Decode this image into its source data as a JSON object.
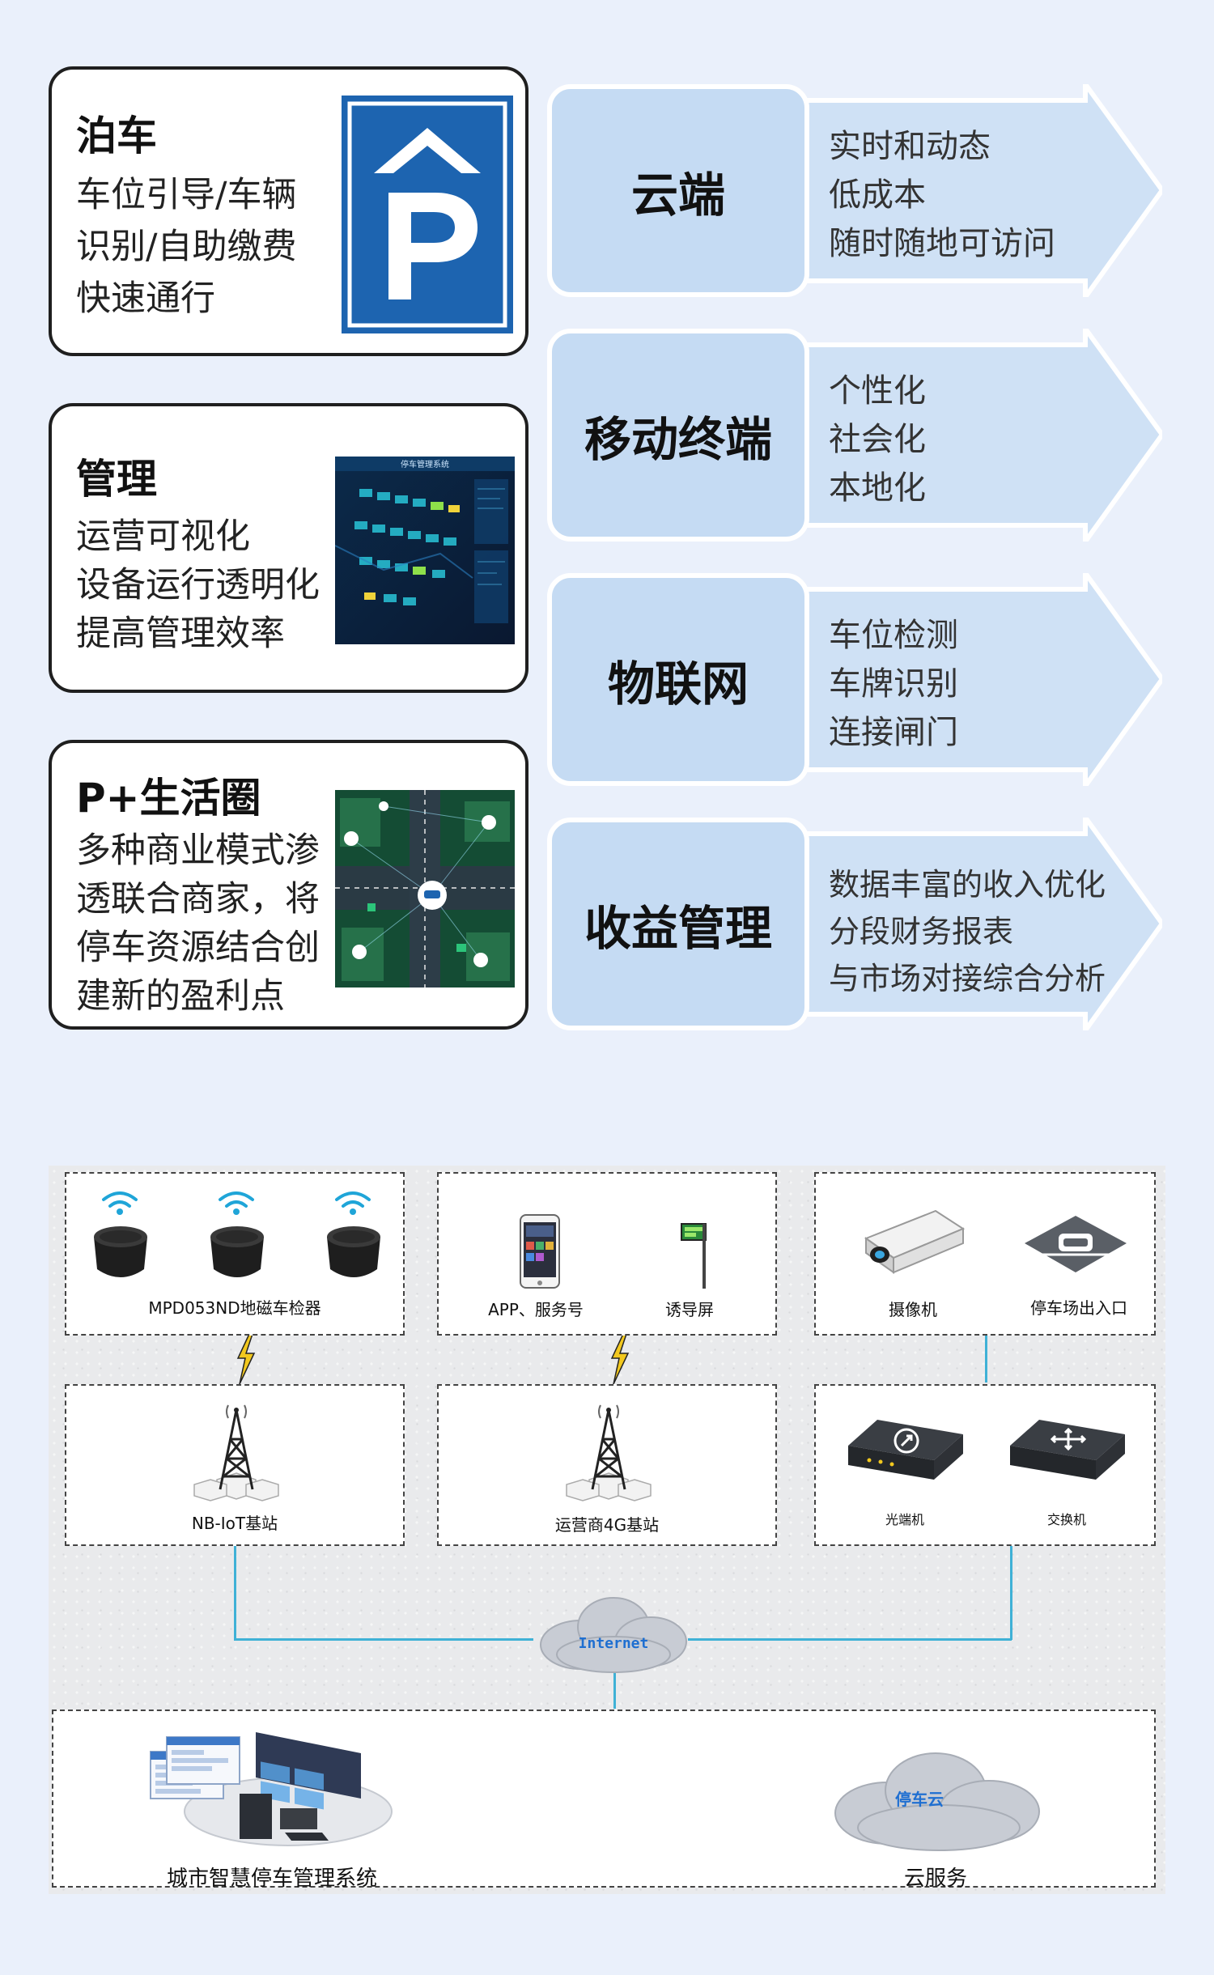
{
  "cards": [
    {
      "title": "泊车",
      "lines": [
        "车位引导/车辆",
        "识别/自助缴费",
        "快速通行"
      ],
      "icon": "parking-sign-icon"
    },
    {
      "title": "管理",
      "lines": [
        "运营可视化",
        "设备运行透明化",
        "提高管理效率"
      ],
      "screen_title": "停车管理系统"
    },
    {
      "title": "P+生活圈",
      "lines": [
        "多种商业模式渗",
        "透联合商家，将",
        "停车资源结合创",
        "建新的盈利点"
      ]
    }
  ],
  "panels": [
    {
      "title": "云端",
      "lines": [
        "实时和动态",
        "低成本",
        "随时随地可访问"
      ]
    },
    {
      "title": "移动终端",
      "lines": [
        "个性化",
        "社会化",
        "本地化"
      ]
    },
    {
      "title": "物联网",
      "lines": [
        "车位检测",
        "车牌识别",
        "连接闸门"
      ]
    },
    {
      "title": "收益管理",
      "lines": [
        "数据丰富的收入优化",
        "分段财务报表",
        "与市场对接综合分析"
      ]
    }
  ],
  "network": {
    "sensor_label": "MPD053ND地磁车检器",
    "app_label": "APP、服务号",
    "guide_label": "诱导屏",
    "camera_label": "摄像机",
    "gate_label": "停车场出入口",
    "nbiot_label": "NB-IoT基站",
    "operator_label": "运营商4G基站",
    "optical_label": "光端机",
    "switch_label": "交换机",
    "internet_label": "Internet",
    "system_label": "城市智慧停车管理系统",
    "cloud_name": "停车云",
    "cloud_label": "云服务"
  },
  "colors": {
    "background": "#eaf0fb",
    "panel_fill": "#c5dbf3",
    "arrow_fill": "#cfe1f5",
    "parking_blue": "#1d64b0",
    "wire": "#3fb1d6",
    "cloud_text": "#1f6fd1"
  }
}
